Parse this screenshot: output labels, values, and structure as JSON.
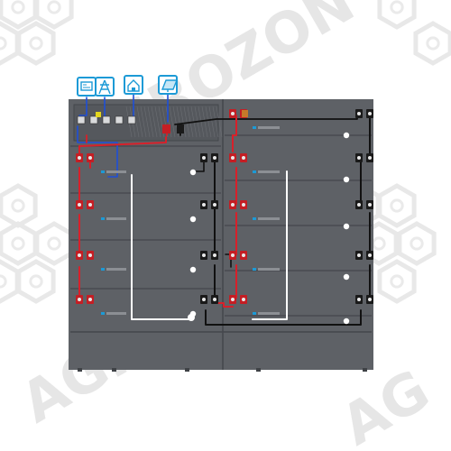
{
  "watermark": {
    "brand": "AGROZON",
    "corner_text": "AG",
    "color": "#d4d4d4"
  },
  "top_icons": [
    {
      "name": "inverter-icon",
      "label": "inverter"
    },
    {
      "name": "grid-tower-icon",
      "label": "grid"
    },
    {
      "name": "home-icon",
      "label": "home"
    },
    {
      "name": "solar-panel-icon",
      "label": "solar"
    }
  ],
  "colors": {
    "cabinet": "#5e6166",
    "cabinet_dark": "#4a4d52",
    "module_line": "#44474c",
    "cable_red": "#d8202a",
    "cable_black": "#111111",
    "cable_white": "#ffffff",
    "cable_blue": "#1e4fd8",
    "icon_accent": "#1c9ad6",
    "terminal_red": "#c41e24"
  }
}
